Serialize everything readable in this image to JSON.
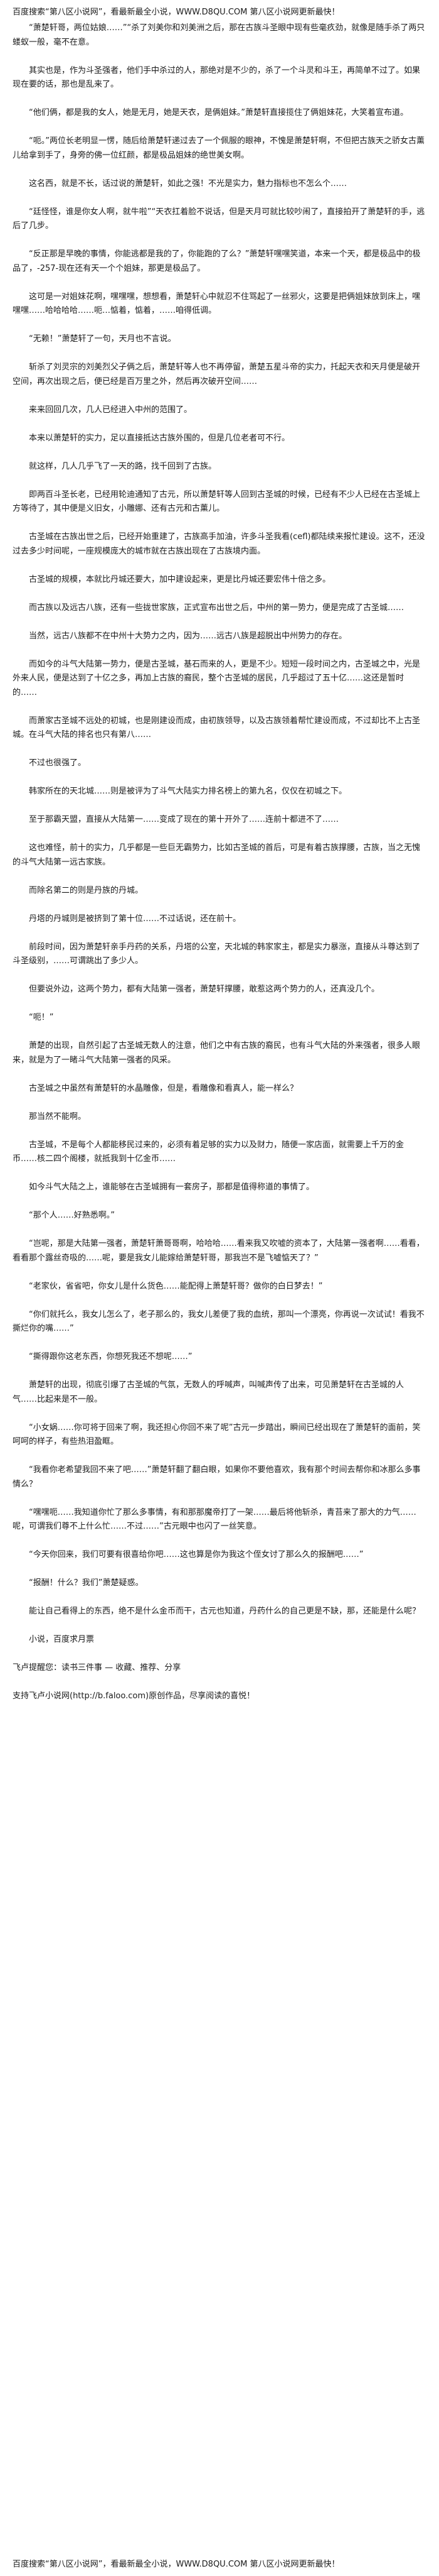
{
  "header": {
    "text": "百度搜索“第八区小说网”，看最新最全小说，WWW.D8QU.COM  第八区小说网更新最快！"
  },
  "paragraphs": [
    "“萧楚轩哥，两位姑娘……”“杀了刘美你和刘美洲之后，那在古族斗圣眼中现有些毫疚劲，就像是随手杀了两只蝼蚁一般，毫不在意。",
    "其实也是，作为斗圣强者，他们手中杀过的人，那绝对是不少的，杀了一个斗灵和斗王，再简单不过了。如果现在要的话，那也是乱来了。",
    "“他们俩，都是我的女人，她是无月，她是天衣，是俩姐妹。”萧楚轩直接揽住了俩姐妹花，大笑着宣布道。",
    "“呃。”两位长老明显一愣，随后给萧楚轩递过去了一个佩服的眼神，不愧是萧楚轩啊，不但把古族天之骄女古薰儿给拿到手了，身旁的佛一位红颜，都是极品姐妹的绝世美女啊。",
    "这名西，就是不长，话过说的萧楚轩，如此之强！不光是实力，魅力指标也不怎么个……",
    "“廷怪怪，谁是你女人啊，就牛啦”“天衣扛着脸不说话，但是天月可就比较吵闹了，直接拍开了萧楚轩的手，逃后了几步。",
    "“反正那是早晚的事情，你能逃都是我的了，你能跑的了么？”萧楚轩嘿嘿笑道，本来一个天，都是极品中的极品了，-257-现在还有天一个个姐妹，那更是极品了。",
    "这可是一对姐妹花啊，嘿嘿嘿，想想看，萧楚轩心中就忍不住骂起了一丝邪火，这要是把俩姐妹放到床上，嘿嘿嘿……哈哈哈哈……呃…惦着，惦着，……咱得低调。",
    "“无赖！”萧楚轩了一句，天月也不言说。",
    "斩杀了刘灵宗的刘美烈父子俩之后，萧楚轩等人也不再停留，萧楚五星斗帝的实力，托起天衣和天月便是破开空间，再次出现之后，便已经是百万里之外，然后再次破开空间……",
    "来来回回几次，几人已经进入中州的范围了。",
    "本来以萧楚轩的实力，足以直接抵达古族外围的，但是几位老者可不行。",
    "就这样，几人几乎飞了一天的路，找千回到了古族。",
    "即两百斗圣长老，已经用轮迪通知了古元，所以萧楚轩等人回到古圣城的时候，已经有不少人已经在古圣城上方等待了，其中便是义旧女，小雕娜、还有古元和古薰儿。",
    "古圣城在古族出世之后，已经开始重建了，古族高手加油，许多斗圣我看(cefl)都陆续来报忙建设。这不，还没过去多少时间呢，一座规模庞大的城市就在古族出现在了古族境内面。",
    "古圣城的规模，本就比丹城还要大，加中建设起来，更是比丹城还要宏伟十倍之多。",
    "而古族以及远古八族，还有一些拢世家族，正式宣布出世之后，中州的第一势力，便是完成了古圣城……",
    "当然，远古八族都不在中州十大势力之内，因为……远古八族是超脱出中州势力的存在。",
    "而如今的斗气大陆第一势力，便是古圣城，基石而来的人，更是不少。短短一段时间之内，古圣城之中，光是外来人民，便是达到了十亿之多，再加上古族的裔民，整个古圣城的居民，几乎超过了五十亿……这还是暂时的……",
    "而萧家古圣城不远处的初城，也是刚建设而成，由初族领导，以及古族领着帮忙建设而成，不过却比不上古圣城。在斗气大陆的排名也只有第八……",
    "不过也很强了。",
    "韩家所在的天北城……则是被评为了斗气大陆实力排名榜上的第九名，仅仅在初城之下。",
    "至于那霸天盟，直接从大陆第一……变成了现在的第十开外了……连前十都进不了……",
    "这也难怪，前十的实力，几乎都是一些巨无霸势力，比如古圣城的首后，可是有着古族撑腰，古族，当之无愧的斗气大陆第一远古家族。",
    "而除名第二的则是丹族的丹城。",
    "丹塔的丹城则是被挤到了第十位……不过话说，还在前十。",
    "前段时间，因为萧楚轩亲手丹药的关系，丹塔的公室，天北城的韩家家主，都是实力暴涨，直接从斗尊达到了斗圣级别，……可谓跳出了多少人。",
    "但要说外边，这两个势力，都有大陆第一强者，萧楚轩撑腰，敢惹这两个势力的人，还真没几个。",
    "“呃！”",
    "萧楚的出现，自然引起了古圣城无数人的注意，他们之中有古族的裔民，也有斗气大陆的外来强者，很多人眼来，就是为了一睹斗气大陆第一强者的风采。",
    "古圣城之中虽然有萧楚轩的水晶雕像，但是，看雕像和看真人，能一样么？",
    "那当然不能啊。",
    "古圣城，不是每个人都能移民过来的，必须有着足够的实力以及财力，随便一家店面，就需要上千万的金币……核二四个阁楼，就抵我到十亿金币……",
    "如今斗气大陆之上，谁能够在古圣城拥有一套房子，那都是值得称道的事情了。",
    "“那个人……好熟悉啊。”",
    "“岂呢，那是大陆第一强者，萧楚轩萧哥哥啊，哈哈哈……看来我又吹嘘的资本了，大陆第一强者啊……看看，看看那个露丝奇吸的……呢，要是我女儿能嫁给萧楚轩哥，那我岂不是飞嘘惦天了？”",
    "“老家伙，省省吧，你女儿是什么货色……能配得上萧楚轩哥？做你的白日梦去！”",
    "“你们就托么，我女儿怎么了，老子那么的，我女儿差便了我的血统，那叫一个漂亮，你再说一次试试！看我不撕烂你的嘴……”",
    "“撕得跟你这老东西，你想死我还不想呢……”",
    "萧楚轩的出现，彻底引爆了古圣城的气氛，无数人的呼喊声，叫喊声传了出来，可见萧楚轩在古圣城的人气……比起来是不一般。",
    "“小女娲……你可将于回来了啊，我还担心你回不来了呢”古元一步踏出，瞬间已经出现在了萧楚轩的面前，笑呵呵的样子，有些热泪盈眶。",
    "“我看你老希望我回不来了吧……”萧楚轩翻了翻白眼，如果你不要他喜欢，我有那个时间去帮你和冰那么多事情么？",
    "“嘿嘿呃……我知道你忙了那么多事情，有和那那魔帝打了一架……最后将他斩杀，青苔来了那大的力气……呢，可谓我们尊不上什么忙……不过……”古元眼中也闪了一丝笑意。",
    "“今天你回来，我们可要有很喜给你吧……这也算是你为我这个侄女讨了那么久的报酬吧……”",
    "“报酬！什么？我们”萧楚疑惑。",
    "能让自己看得上的东西，绝不是什么金币而干，古元也知道，丹药什么的自己更是不缺，那，还能是什么呢？",
    "小说，百度求月票"
  ],
  "footer": {
    "share_line": "飞卢提醒您：读书三件事 — 收藏、推荐、分享",
    "support_line": "支持飞卢小说网(http://b.faloo.com)原创作品，尽享阅读的喜悦！",
    "bottom_header": "百度搜索“第八区小说网”，看最新最全小说，WWW.D8QU.COM  第八区小说网更新最快！"
  }
}
